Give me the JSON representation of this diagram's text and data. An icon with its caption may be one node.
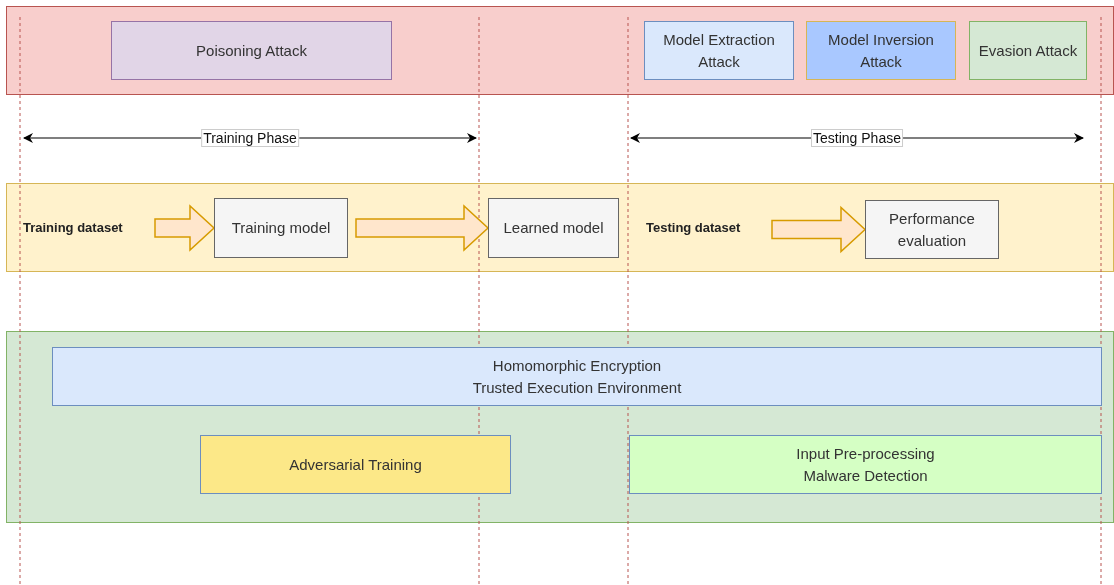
{
  "diagram": {
    "nodes": [
      {
        "text": [],
        "shape": "band"
      },
      {
        "text": [
          "Poisoning Attack"
        ],
        "in": 0
      },
      {
        "text": [
          "Model Extraction Attack"
        ],
        "in": 0
      },
      {
        "text": [
          "Model Inversion Attack"
        ],
        "in": 0
      },
      {
        "text": [
          "Evasion Attack"
        ],
        "in": 0
      },
      {
        "text": [],
        "shape": "band"
      },
      {
        "text": [
          "Training dataset"
        ],
        "in": 5
      },
      {
        "text": [
          "Training model"
        ],
        "in": 5
      },
      {
        "text": [
          "Learned model"
        ],
        "in": 5
      },
      {
        "text": [
          "Testing dataset"
        ],
        "in": 5
      },
      {
        "text": [
          "Performance evaluation"
        ],
        "in": 5
      },
      {
        "text": [],
        "shape": "band"
      },
      {
        "text": [
          "Homomorphic Encryption",
          "Trusted Execution Environment"
        ],
        "in": 11
      },
      {
        "text": [
          "Adversarial Training"
        ],
        "in": 11
      },
      {
        "text": [
          "Input Pre-processing",
          "Malware Detection"
        ],
        "in": 11
      }
    ],
    "edges": [
      {
        "from": 6,
        "to": 7,
        "arrow": "to",
        "style": "thick"
      },
      {
        "from": 7,
        "to": 8,
        "arrow": "to",
        "style": "thick"
      },
      {
        "from": 9,
        "to": 10,
        "arrow": "to",
        "style": "thick"
      }
    ],
    "labels": [
      "Training Phase",
      "Testing Phase"
    ]
  }
}
